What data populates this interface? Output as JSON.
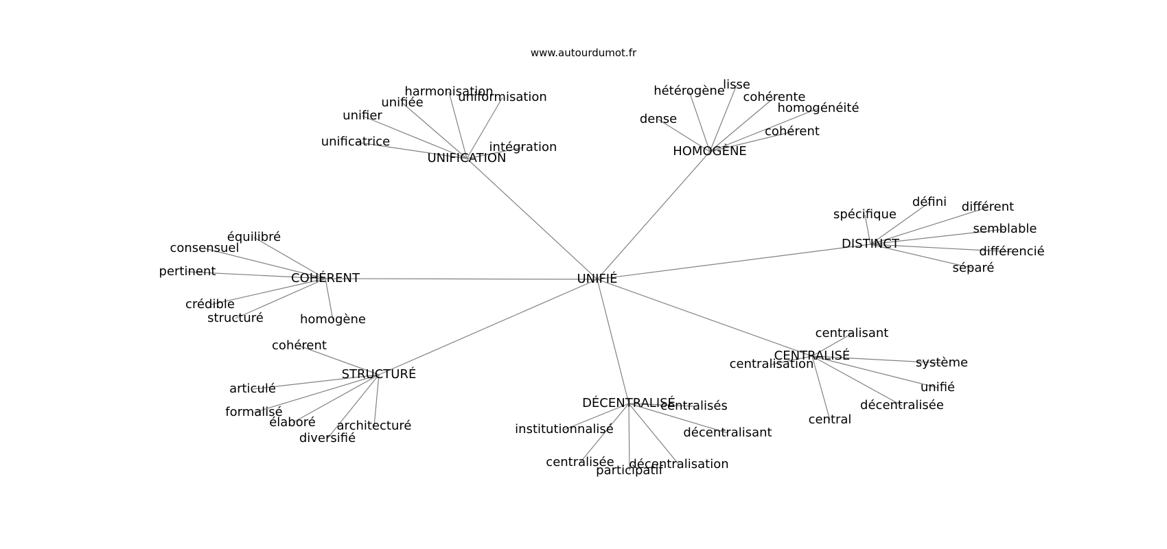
{
  "watermark": "www.autourdumot.fr",
  "center": {
    "id": "unifie",
    "label": "UNIFIÉ"
  },
  "clusters": [
    {
      "id": "unification",
      "label": "UNIFICATION",
      "leaves": [
        "harmonisation",
        "uniformisation",
        "unifiée",
        "unifier",
        "unificatrice",
        "intégration"
      ]
    },
    {
      "id": "homogene",
      "label": "HOMOGÈNE",
      "leaves": [
        "hétérogène",
        "lisse",
        "cohérente",
        "homogénéité",
        "dense",
        "cohérent"
      ]
    },
    {
      "id": "distinct",
      "label": "DISTINCT",
      "leaves": [
        "spécifique",
        "défini",
        "différent",
        "semblable",
        "différencié",
        "séparé"
      ]
    },
    {
      "id": "coherent",
      "label": "COHÉRENT",
      "leaves": [
        "équilibré",
        "consensuel",
        "pertinent",
        "crédible",
        "structuré",
        "homogène"
      ]
    },
    {
      "id": "structure",
      "label": "STRUCTURÉ",
      "leaves": [
        "cohérent",
        "articulé",
        "formalisé",
        "élaboré",
        "diversifié",
        "architecturé"
      ]
    },
    {
      "id": "decentralise",
      "label": "DÉCENTRALISÉ",
      "leaves": [
        "centralisés",
        "institutionnalisé",
        "décentralisant",
        "centralisée",
        "participatif",
        "décentralisation"
      ]
    },
    {
      "id": "centralise",
      "label": "CENTRALISÉ",
      "leaves": [
        "centralisant",
        "centralisation",
        "système",
        "unifié",
        "décentralisée",
        "central"
      ]
    }
  ]
}
